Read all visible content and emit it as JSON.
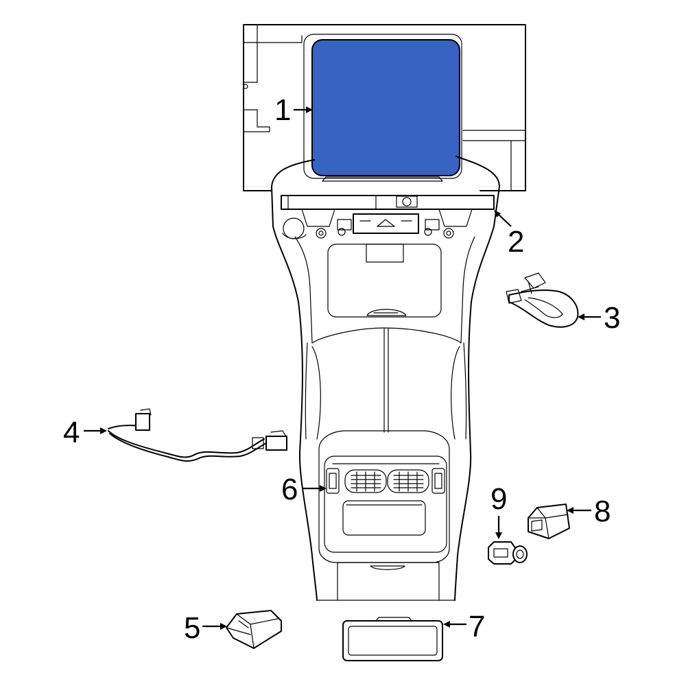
{
  "colors": {
    "highlight": "#3763c3",
    "line": "#000000",
    "background": "#ffffff"
  },
  "parts": [
    {
      "number": "1",
      "icon": "display-screen-icon"
    },
    {
      "number": "2",
      "icon": "display-bezel-bracket-icon"
    },
    {
      "number": "3",
      "icon": "wiring-harness-bracket-icon"
    },
    {
      "number": "4",
      "icon": "wiring-harness-icon"
    },
    {
      "number": "5",
      "icon": "bracket-icon"
    },
    {
      "number": "6",
      "icon": "switch-icon"
    },
    {
      "number": "7",
      "icon": "trim-panel-icon"
    },
    {
      "number": "8",
      "icon": "connector-module-icon"
    },
    {
      "number": "9",
      "icon": "usb-port-icon"
    }
  ]
}
